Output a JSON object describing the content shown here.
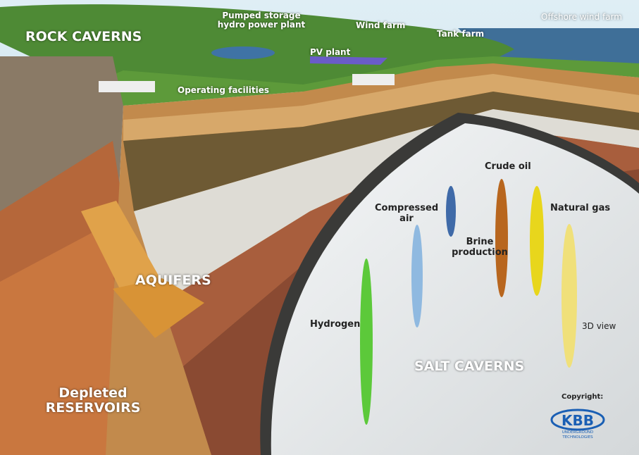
{
  "labels": {
    "rock_caverns": "ROCK CAVERNS",
    "pumped_storage": "Pumped storage hydro power plant",
    "wind_farm": "Wind farm",
    "tank_farm": "Tank farm",
    "offshore_wind_farm": "Offshore wind farm",
    "pv_plant": "PV plant",
    "operating_facilities": "Operating facilities",
    "aquifers": "AQUIFERS",
    "depleted_line1": "Depleted",
    "depleted_line2": "RESERVOIRS",
    "salt_caverns": "SALT CAVERNS",
    "compressed_air_line1": "Compressed",
    "compressed_air_line2": "air",
    "brine_line1": "Brine",
    "brine_line2": "production",
    "crude_oil": "Crude oil",
    "natural_gas": "Natural gas",
    "hydrogen": "Hydrogen",
    "view_3d": "3D view",
    "copyright": "Copyright:"
  },
  "logo": {
    "name": "KBB",
    "sub1": "UNDERGROUND",
    "sub2": "TECHNOLOGIES",
    "color": "#1a5fb4"
  },
  "colors": {
    "hydrogen": "#5cc93a",
    "compressed_air": "#8fb9e0",
    "brine": "#3f6aa8",
    "crude_oil": "#b8661e",
    "natural_gas": "#e8d61c",
    "view_3d": "#f0e07a"
  }
}
